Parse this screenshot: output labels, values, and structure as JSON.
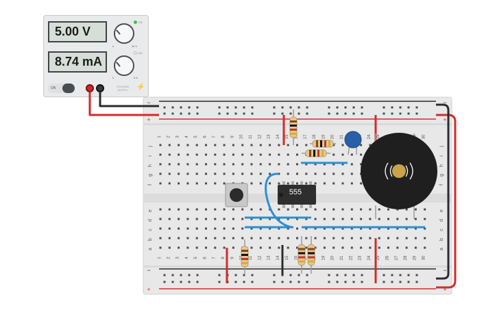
{
  "power_supply": {
    "voltage_display": "5.00 V",
    "current_display": "8.74 mA",
    "on_label": "ON",
    "voltage_knob_min": "0",
    "voltage_knob_max": "30 V",
    "current_knob_min": "0",
    "current_knob_max": "5 A",
    "cv_label": "CV",
    "cc_label": "CC",
    "device_label_line1": "VOLTAGE",
    "device_label_line2": "SUPPLY",
    "cv_led_color": "#3cc43c",
    "cc_led_color": "#bfbfbf"
  },
  "breadboard": {
    "top_rail_minus": "−",
    "top_rail_plus": "+",
    "bottom_rail_minus": "−",
    "bottom_rail_plus": "+",
    "row_letters_top": [
      "j",
      "i",
      "h",
      "g",
      "f"
    ],
    "row_letters_bottom": [
      "e",
      "d",
      "c",
      "b",
      "a"
    ],
    "column_numbers": [
      "1",
      "2",
      "3",
      "4",
      "5",
      "6",
      "7",
      "8",
      "9",
      "10",
      "11",
      "12",
      "13",
      "14",
      "15",
      "16",
      "17",
      "18",
      "19",
      "20",
      "21",
      "22",
      "23",
      "24",
      "25",
      "26",
      "27",
      "28",
      "29",
      "30"
    ]
  },
  "components": {
    "ic_label": "555",
    "ic_icon": "555-timer-chip-icon",
    "buzzer_icon": "piezo-buzzer-icon",
    "button_icon": "pushbutton-icon",
    "capacitor_icon": "ceramic-capacitor-icon",
    "resistor_icon": "resistor-icon"
  },
  "colors": {
    "wire_red": "#d42a2a",
    "wire_black": "#2b2b2b",
    "wire_blue": "#2a8fd4",
    "breadboard": "#e6e6e6",
    "capacitor": "#2a5fa8",
    "buzzer": "#1f1f1f"
  }
}
